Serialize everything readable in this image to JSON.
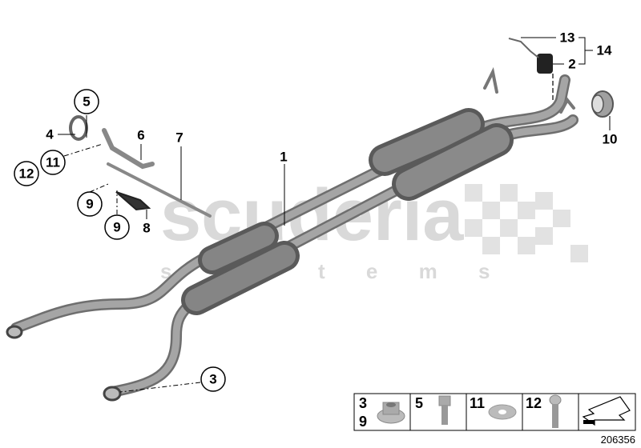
{
  "diagram": {
    "watermark": {
      "brand": "scuderia",
      "sub": "s y s t e m s"
    },
    "callouts": [
      {
        "id": "1",
        "label": "1",
        "circled": false
      },
      {
        "id": "2",
        "label": "2",
        "circled": false
      },
      {
        "id": "3",
        "label": "3",
        "circled": true
      },
      {
        "id": "4",
        "label": "4",
        "circled": false
      },
      {
        "id": "5",
        "label": "5",
        "circled": true
      },
      {
        "id": "6",
        "label": "6",
        "circled": false
      },
      {
        "id": "7",
        "label": "7",
        "circled": false
      },
      {
        "id": "8",
        "label": "8",
        "circled": false
      },
      {
        "id": "9a",
        "label": "9",
        "circled": true
      },
      {
        "id": "9b",
        "label": "9",
        "circled": true
      },
      {
        "id": "10",
        "label": "10",
        "circled": false
      },
      {
        "id": "11",
        "label": "11",
        "circled": true
      },
      {
        "id": "12",
        "label": "12",
        "circled": true
      },
      {
        "id": "13",
        "label": "13",
        "circled": false
      },
      {
        "id": "14",
        "label": "14",
        "circled": false
      }
    ],
    "legend": [
      {
        "labels": [
          "3",
          "9"
        ],
        "part": "flange-nut"
      },
      {
        "labels": [
          "5"
        ],
        "part": "hex-bolt"
      },
      {
        "labels": [
          "11"
        ],
        "part": "washer"
      },
      {
        "labels": [
          "12"
        ],
        "part": "torx-bolt"
      },
      {
        "labels": [],
        "part": "direction-arrow"
      }
    ],
    "image_code": "206356",
    "colors": {
      "part": "#8c8c8c",
      "part_dark": "#5e5e5e",
      "watermark": "#d9d9d9"
    }
  }
}
